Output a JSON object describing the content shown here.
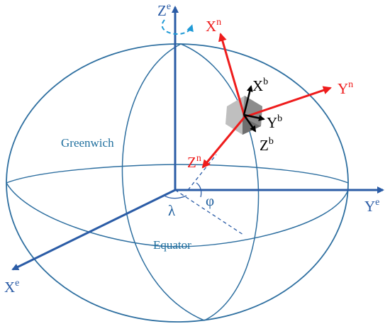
{
  "labels": {
    "ze": {
      "base": "Z",
      "sup": "e"
    },
    "ye": {
      "base": "Y",
      "sup": "e"
    },
    "xe": {
      "base": "X",
      "sup": "e"
    },
    "xn": {
      "base": "X",
      "sup": "n"
    },
    "yn": {
      "base": "Y",
      "sup": "n"
    },
    "zn": {
      "base": "Z",
      "sup": "n"
    },
    "xb": {
      "base": "X",
      "sup": "b"
    },
    "yb": {
      "base": "Y",
      "sup": "b"
    },
    "zb": {
      "base": "Z",
      "sup": "b"
    },
    "greenwich": "Greenwich",
    "equator": "Equator",
    "lambda": "λ",
    "phi": "φ"
  },
  "colors": {
    "earth_axes": "#2b5ca6",
    "ellipse": "#2e6fa0",
    "nav_frame": "#ee1c1c",
    "body_frame": "#000000",
    "rotation_arrow": "#1f9ad6",
    "label_blue": "#1f6f9e"
  }
}
